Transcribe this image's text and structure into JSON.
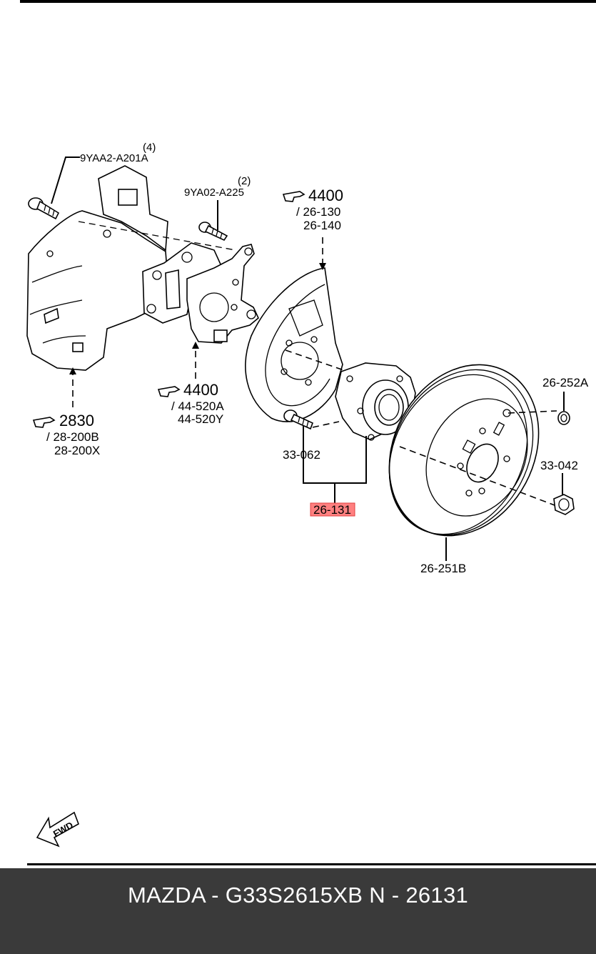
{
  "callouts": {
    "bolt_top_ref": "9YAA2-A201A",
    "bolt_top_qty": "(4)",
    "bolt_mid_ref": "9YA02-A225",
    "bolt_mid_qty": "(2)",
    "see_top_num": "4400",
    "see_top_line1": "/ 26-130",
    "see_top_line2": "26-140",
    "see_mid_num": "4400",
    "see_mid_line1": "/ 44-520A",
    "see_mid_line2": "44-520Y",
    "see_left_num": "2830",
    "see_left_line1": "/ 28-200B",
    "see_left_line2": "28-200X",
    "hub_bolt": "33-062",
    "hub_assembly": "26-131",
    "disc": "26-251B",
    "cap": "26-252A",
    "nut": "33-042"
  },
  "fwd_label": "FWD",
  "highlight_color": "#ff8080",
  "footer": {
    "text": "MAZDA - G33S2615XB    N - 26131"
  }
}
